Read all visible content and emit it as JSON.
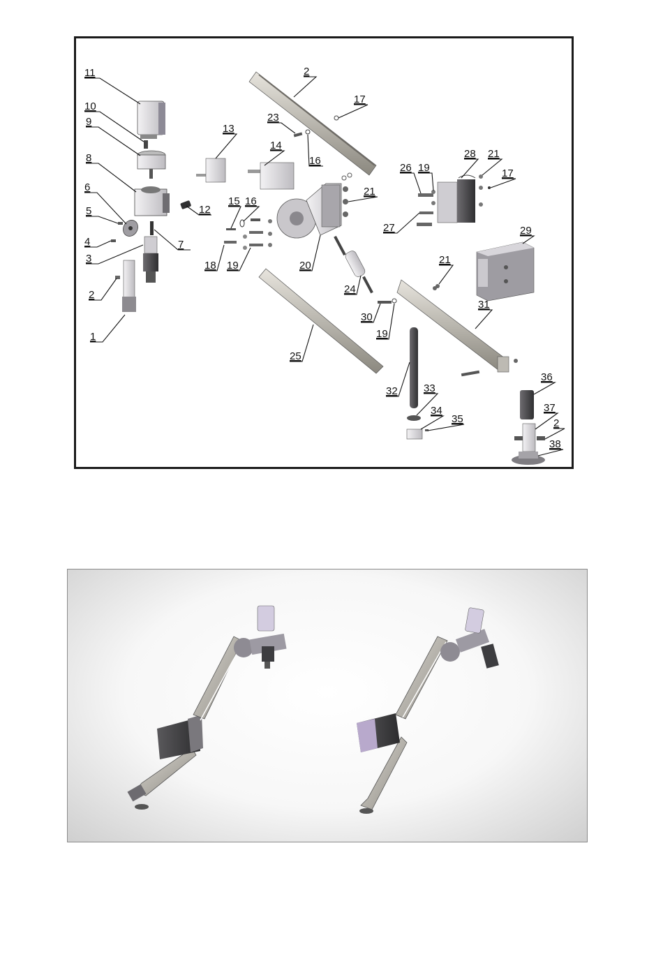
{
  "colors": {
    "part_light": "#e4e2e4",
    "part_mid": "#a9a7ab",
    "part_dark": "#3b3b3d",
    "arm_light": "#d9d6cf",
    "arm_shadow": "#7d7a72",
    "motor_lavender": "#cfc8da",
    "frame": "#1a1a1a"
  },
  "callouts": [
    {
      "id": "c11",
      "label": "11"
    },
    {
      "id": "c10",
      "label": "10"
    },
    {
      "id": "c9",
      "label": "9"
    },
    {
      "id": "c8",
      "label": "8"
    },
    {
      "id": "c6",
      "label": "6"
    },
    {
      "id": "c5",
      "label": "5"
    },
    {
      "id": "c4",
      "label": "4"
    },
    {
      "id": "c3",
      "label": "3"
    },
    {
      "id": "c2a",
      "label": "2"
    },
    {
      "id": "c1",
      "label": "1"
    },
    {
      "id": "c7",
      "label": "7"
    },
    {
      "id": "c12",
      "label": "12"
    },
    {
      "id": "c13",
      "label": "13"
    },
    {
      "id": "c14",
      "label": "14"
    },
    {
      "id": "c23",
      "label": "23"
    },
    {
      "id": "c16a",
      "label": "16"
    },
    {
      "id": "c2b",
      "label": "2"
    },
    {
      "id": "c17a",
      "label": "17"
    },
    {
      "id": "c15",
      "label": "15"
    },
    {
      "id": "c16b",
      "label": "16"
    },
    {
      "id": "c18",
      "label": "18"
    },
    {
      "id": "c19a",
      "label": "19"
    },
    {
      "id": "c20",
      "label": "20"
    },
    {
      "id": "c21a",
      "label": "21"
    },
    {
      "id": "c24",
      "label": "24"
    },
    {
      "id": "c25",
      "label": "25"
    },
    {
      "id": "c26",
      "label": "26"
    },
    {
      "id": "c19b",
      "label": "19"
    },
    {
      "id": "c28",
      "label": "28"
    },
    {
      "id": "c21b",
      "label": "21"
    },
    {
      "id": "c17b",
      "label": "17"
    },
    {
      "id": "c27",
      "label": "27"
    },
    {
      "id": "c29",
      "label": "29"
    },
    {
      "id": "c21c",
      "label": "21"
    },
    {
      "id": "c30",
      "label": "30"
    },
    {
      "id": "c19c",
      "label": "19"
    },
    {
      "id": "c31",
      "label": "31"
    },
    {
      "id": "c32",
      "label": "32"
    },
    {
      "id": "c33",
      "label": "33"
    },
    {
      "id": "c34",
      "label": "34"
    },
    {
      "id": "c35",
      "label": "35"
    },
    {
      "id": "c36",
      "label": "36"
    },
    {
      "id": "c37",
      "label": "37"
    },
    {
      "id": "c2c",
      "label": "2"
    },
    {
      "id": "c38",
      "label": "38"
    }
  ]
}
